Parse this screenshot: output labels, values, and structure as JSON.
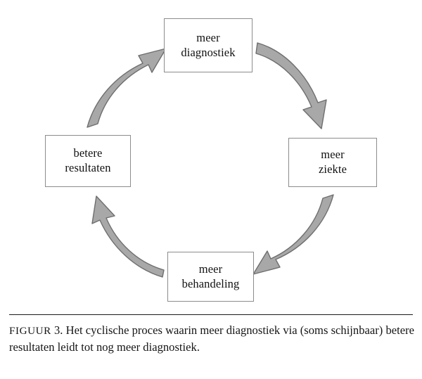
{
  "figure": {
    "label": "FIGUUR",
    "number": "3.",
    "caption": "Het cyclische proces waarin meer diagnostiek via (soms schijnbaar) betere resultaten leidt tot nog meer diagnostiek.",
    "rule_color": "#1a1a1a"
  },
  "diagram": {
    "type": "cycle",
    "direction": "clockwise",
    "box_border_color": "#8c8c8c",
    "box_fill_color": "#ffffff",
    "arrow_fill_color": "#a8a8a8",
    "arrow_stroke_color": "#6e6e6e",
    "nodes": [
      {
        "id": "top",
        "label": "meer\ndiagnostiek"
      },
      {
        "id": "right",
        "label": "meer\nziekte"
      },
      {
        "id": "bottom",
        "label": "meer\nbehandeling"
      },
      {
        "id": "left",
        "label": "betere\nresultaten"
      }
    ],
    "arrows": [
      {
        "id": "top-to-right",
        "from": "meer diagnostiek",
        "to": "meer ziekte"
      },
      {
        "id": "right-to-bottom",
        "from": "meer ziekte",
        "to": "meer behandeling"
      },
      {
        "id": "bottom-to-left",
        "from": "meer behandeling",
        "to": "betere resultaten"
      },
      {
        "id": "left-to-top",
        "from": "betere resultaten",
        "to": "meer diagnostiek"
      }
    ]
  }
}
